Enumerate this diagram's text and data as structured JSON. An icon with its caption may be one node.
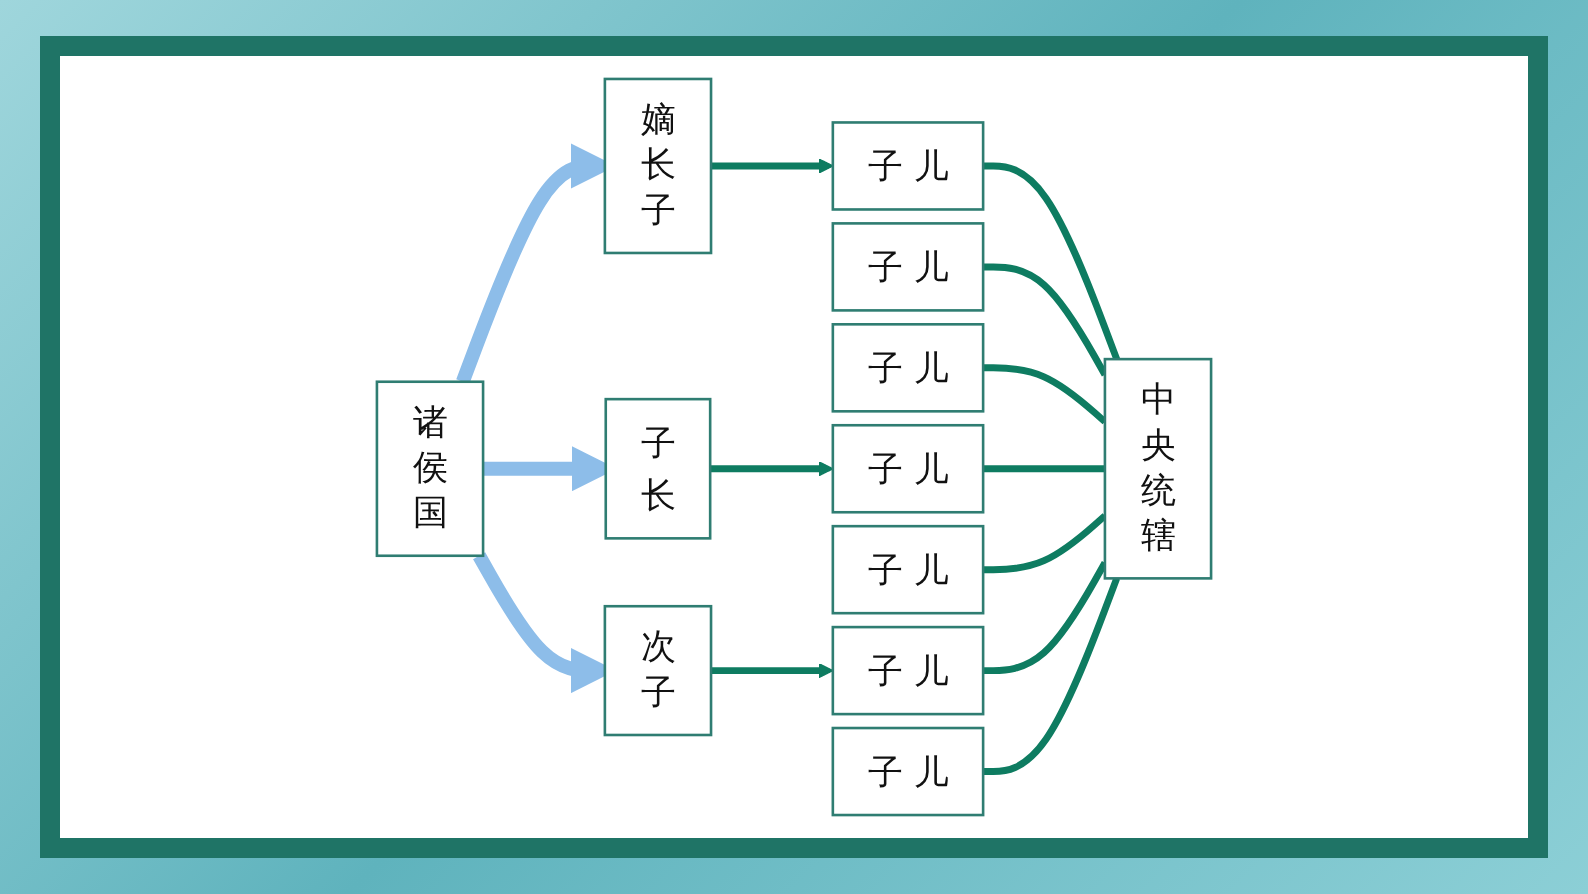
{
  "diagram": {
    "nodes": [
      {
        "text": [
          "诸侯国"
        ]
      },
      {
        "text": [
          "嫡长子"
        ]
      },
      {
        "text": [
          "子",
          "长"
        ]
      },
      {
        "text": [
          "次子"
        ]
      },
      {
        "text": [
          "子 儿"
        ]
      },
      {
        "text": [
          "子 儿"
        ]
      },
      {
        "text": [
          "子 儿"
        ]
      },
      {
        "text": [
          "子 儿"
        ]
      },
      {
        "text": [
          "子 儿"
        ]
      },
      {
        "text": [
          "子 儿"
        ]
      },
      {
        "text": [
          "子 儿"
        ]
      },
      {
        "text": [
          "中央统辖"
        ]
      }
    ],
    "edges": [
      {
        "from": 0,
        "to": 1,
        "arrow": "to",
        "style": "thick",
        "color": "#8dbde9"
      },
      {
        "from": 0,
        "to": 2,
        "arrow": "to",
        "style": "thick",
        "color": "#8dbde9"
      },
      {
        "from": 0,
        "to": 3,
        "arrow": "to",
        "style": "thick",
        "color": "#8dbde9"
      },
      {
        "from": 1,
        "to": 4,
        "arrow": "to"
      },
      {
        "from": 2,
        "to": 7,
        "arrow": "to"
      },
      {
        "from": 3,
        "to": 9,
        "arrow": "to"
      },
      {
        "from": 4,
        "to": 11,
        "arrow": "none"
      },
      {
        "from": 5,
        "to": 11,
        "arrow": "none"
      },
      {
        "from": 6,
        "to": 11,
        "arrow": "none"
      },
      {
        "from": 7,
        "to": 11,
        "arrow": "none"
      },
      {
        "from": 8,
        "to": 11,
        "arrow": "none"
      },
      {
        "from": 9,
        "to": 11,
        "arrow": "none"
      },
      {
        "from": 10,
        "to": 11,
        "arrow": "none"
      }
    ]
  }
}
